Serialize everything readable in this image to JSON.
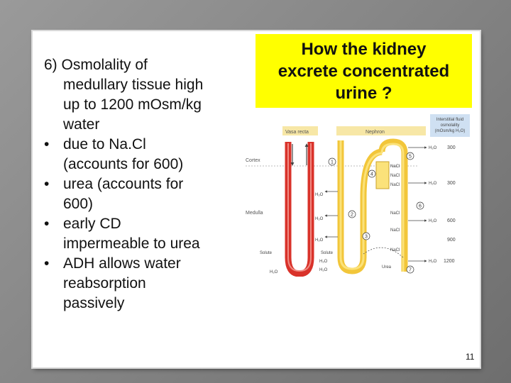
{
  "bullets": {
    "lead_lines": [
      "6) Osmolality of",
      "medullary tissue high",
      "up to 1200 mOsm/kg",
      "water"
    ],
    "items": [
      {
        "lines": [
          "due to Na.Cl",
          "(accounts for 600)"
        ]
      },
      {
        "lines": [
          "urea (accounts for",
          "600)"
        ]
      },
      {
        "lines": [
          "early CD",
          "impermeable to urea"
        ]
      },
      {
        "lines": [
          "ADH allows water",
          "reabsorption",
          "passively"
        ]
      }
    ],
    "bullet_char": "•"
  },
  "title": {
    "lines": [
      "How the kidney",
      "excrete concentrated",
      "urine ?"
    ]
  },
  "diagram": {
    "vasa_recta_label": "Vasa recta",
    "nephron_label": "Nephron",
    "legend": [
      "Interstitial fluid",
      "osmolality",
      "(mOsm/kg H₂O)"
    ],
    "cortex_label": "Cortex",
    "medulla_label": "Medulla",
    "osmolality_values": [
      "300",
      "300",
      "600",
      "900",
      "1200"
    ],
    "step_numbers": [
      "1",
      "2",
      "3",
      "4",
      "5",
      "6",
      "7"
    ],
    "labels": {
      "h2o": "H₂O",
      "nacl": "NaCl",
      "solute": "Solute",
      "urea": "Urea"
    },
    "colors": {
      "vasa_recta": "#d9322a",
      "nephron": "#f2c63a",
      "nephron_light": "#fbe27a",
      "legend_bg": "#cfe0f2",
      "header_bg": "#f7e7a6"
    }
  },
  "page_number": "11"
}
